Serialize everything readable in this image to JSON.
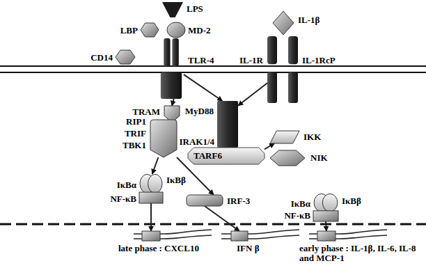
{
  "diagram": {
    "nodes": [
      {
        "text": [
          "LPS"
        ]
      },
      {
        "text": [
          "LBP"
        ]
      },
      {
        "text": [
          "MD-2"
        ]
      },
      {
        "text": [
          "CD14"
        ]
      },
      {
        "text": [
          "TLR-4"
        ]
      },
      {
        "text": [
          "IL-1β"
        ]
      },
      {
        "text": [
          "IL-1R"
        ]
      },
      {
        "text": [
          "IL-1RcP"
        ]
      },
      {
        "text": [
          "TRAM"
        ]
      },
      {
        "text": [
          "RIP1",
          "TRIF",
          "TBK1"
        ]
      },
      {
        "text": [
          "MyD88"
        ]
      },
      {
        "text": [
          "IRAK1/4",
          "TARF6"
        ]
      },
      {
        "text": [
          "IKK"
        ]
      },
      {
        "text": [
          "NIK"
        ]
      },
      {
        "text": [
          "IκBα",
          "IκBβ",
          "NF-κB"
        ]
      },
      {
        "text": [
          "IRF-3"
        ]
      },
      {
        "text": [
          "IκBα",
          "IκBβ",
          "NF-κB"
        ]
      },
      {
        "text": [
          "late phase : CXCL10"
        ]
      },
      {
        "text": [
          "IFN β"
        ]
      },
      {
        "text": [
          "early phase : IL-1β, IL-6, IL-8 and MCP-1"
        ]
      }
    ],
    "edges": [
      {
        "from": 4,
        "to": 10,
        "arrow": "to"
      },
      {
        "from": 6,
        "to": 10,
        "arrow": "to"
      },
      {
        "from": 4,
        "to": 8,
        "arrow": "to"
      },
      {
        "from": 9,
        "to": 14,
        "arrow": "to"
      },
      {
        "from": 9,
        "to": 15,
        "arrow": "to"
      },
      {
        "from": 11,
        "to": 12,
        "arrow": "to"
      },
      {
        "from": 14,
        "to": 17,
        "arrow": "to"
      },
      {
        "from": 15,
        "to": 18,
        "arrow": "to"
      },
      {
        "from": 16,
        "to": 19,
        "arrow": "to"
      }
    ]
  }
}
